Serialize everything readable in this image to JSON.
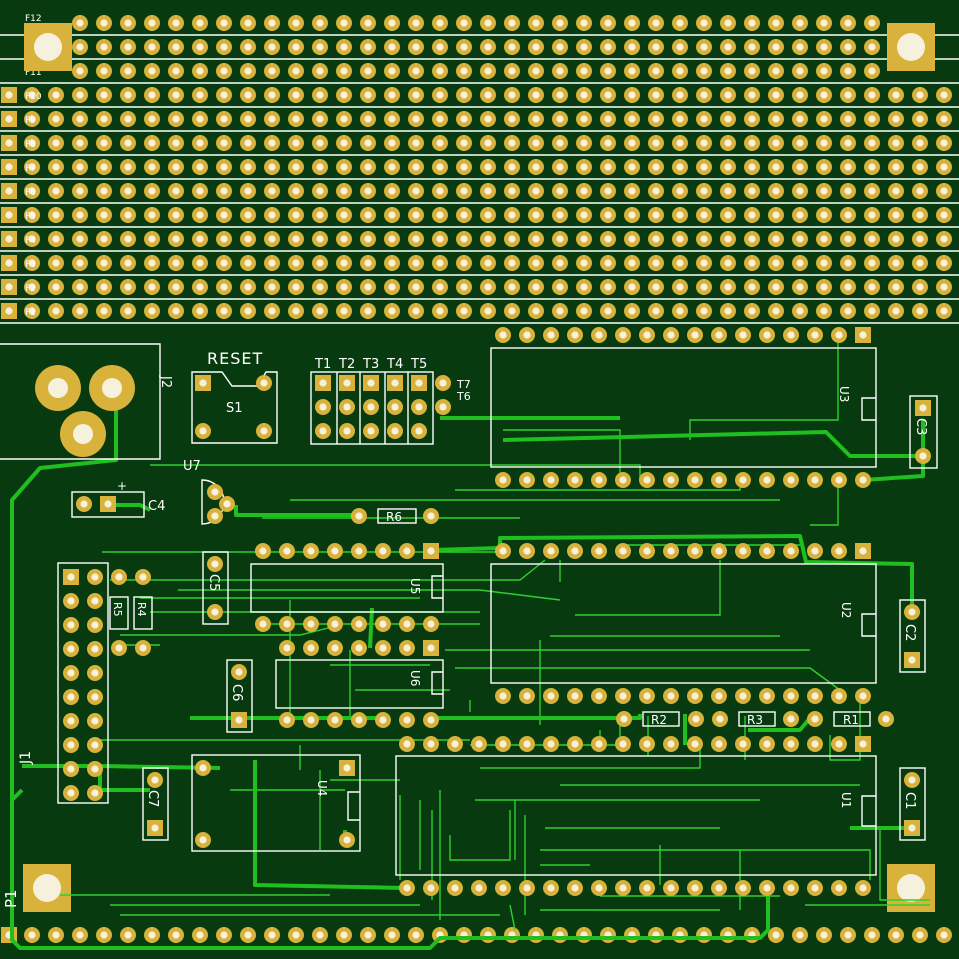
{
  "board": {
    "colors": {
      "substrate": "#073a0e",
      "copper_trace": "#1fbf1f",
      "thin_trace": "#2fd02f",
      "pad_gold": "#d8b23a",
      "drill_hole": "#f6f1dc",
      "silkscreen": "#ffffff"
    }
  },
  "rows": {
    "labels": [
      "F12",
      "F",
      "F11",
      "F10",
      "F9",
      "F8",
      "F7",
      "F6",
      "F5",
      "F4",
      "F3",
      "F2",
      "F1"
    ]
  },
  "components": {
    "reset_label": "RESET",
    "s1": "S1",
    "j2": "J2",
    "u7": "U7",
    "c4": "C4",
    "c4_plus": "+",
    "r6": "R6",
    "u3": "U3",
    "c3": "C3",
    "u5": "U5",
    "c5": "C5",
    "r5": "R5",
    "r4": "R4",
    "u2": "U2",
    "c2": "C2",
    "u6": "U6",
    "c6": "C6",
    "r2": "R2",
    "r3": "R3",
    "r1": "R1",
    "j1": "J1",
    "c7": "C7",
    "u4": "U4",
    "u1": "U1",
    "c1": "C1",
    "p1": "P1",
    "t1": "T1",
    "t2": "T2",
    "t3": "T3",
    "t4": "T4",
    "t5": "T5",
    "t6": "T6",
    "t7": "T7"
  }
}
